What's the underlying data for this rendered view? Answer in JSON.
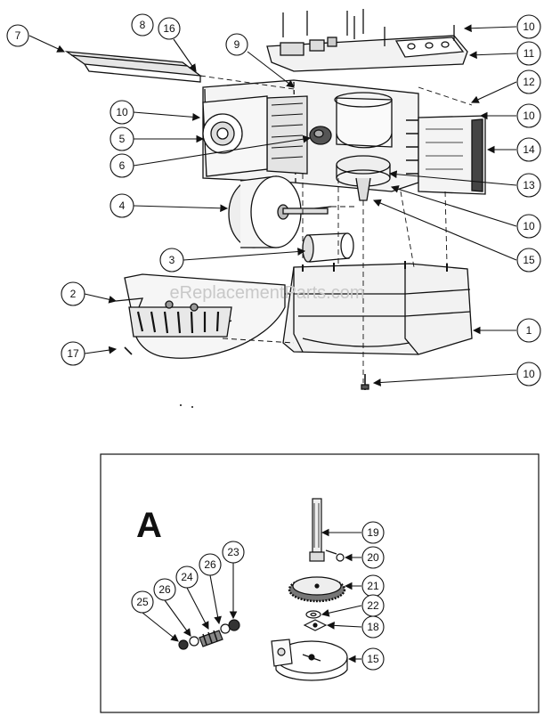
{
  "watermark": "eReplacementParts.com",
  "inset": {
    "label": "A"
  },
  "callouts": {
    "c1": "1",
    "c2": "2",
    "c3": "3",
    "c4": "4",
    "c5": "5",
    "c6": "6",
    "c7": "7",
    "c8": "8",
    "c16a": "16",
    "c9": "9",
    "c10a": "10",
    "c10b": "10",
    "c10c": "10",
    "c10d": "10",
    "c10e": "10",
    "c11": "11",
    "c12": "12",
    "c13": "13",
    "c14": "14",
    "c15a": "15",
    "c17": "17",
    "c18": "18",
    "c19": "19",
    "c20": "20",
    "c21": "21",
    "c22": "22",
    "c23": "23",
    "c24": "24",
    "c25": "25",
    "c26a": "26",
    "c26b": "26",
    "c15b": "15"
  }
}
